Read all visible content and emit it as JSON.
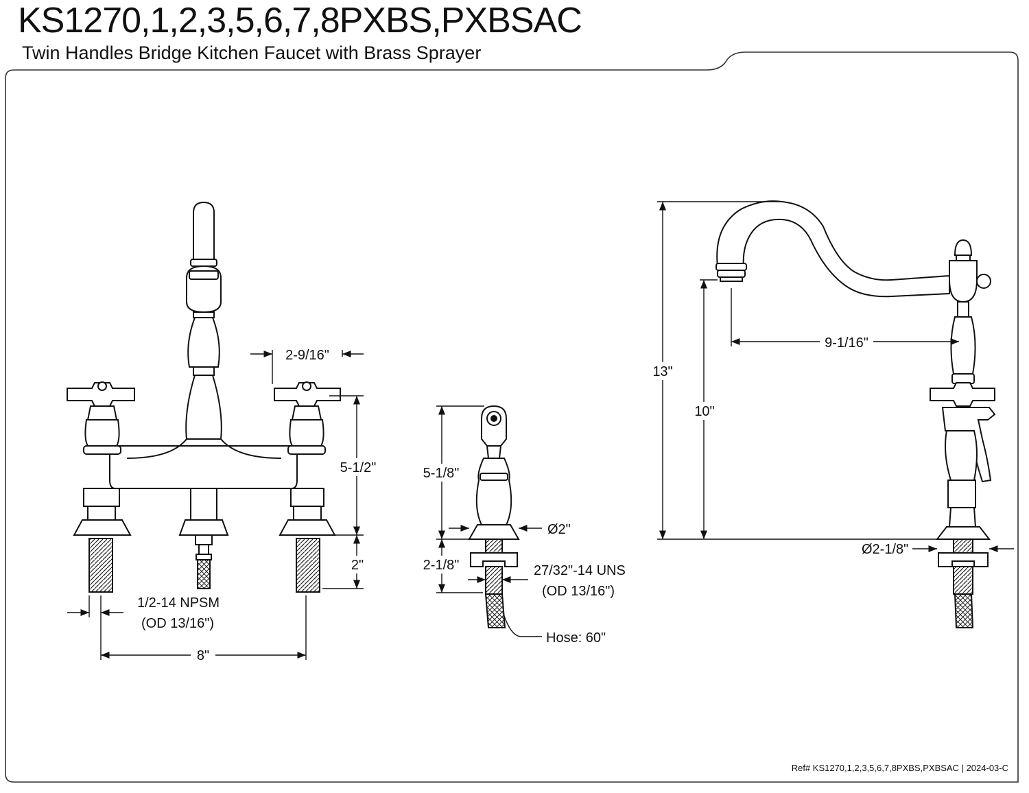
{
  "header": {
    "title": "KS1270,1,2,3,5,6,7,8PXBS,PXBSAC",
    "subtitle": "Twin Handles Bridge Kitchen Faucet with Brass Sprayer"
  },
  "footer": {
    "reference": "Ref# KS1270,1,2,3,5,6,7,8PXBS,PXBSAC | 2024-03-C"
  },
  "front_view": {
    "handle_spacing": "2-9/16\"",
    "height_above_deck": "5-1/2\"",
    "shank_length": "2\"",
    "thread_spec": "1/2-14 NPSM",
    "thread_od": "(OD 13/16\")",
    "center_spacing": "8\""
  },
  "sprayer_view": {
    "height": "5-1/8\"",
    "base_diameter": "Ø2\"",
    "shank_length": "2-1/8\"",
    "thread_spec": "27/32\"-14 UNS",
    "thread_od": "(OD 13/16\")",
    "hose_length": "Hose: 60\""
  },
  "side_view": {
    "overall_height": "13\"",
    "spout_height": "10\"",
    "spout_reach": "9-1/16\"",
    "base_diameter": "Ø2-1/8\""
  }
}
